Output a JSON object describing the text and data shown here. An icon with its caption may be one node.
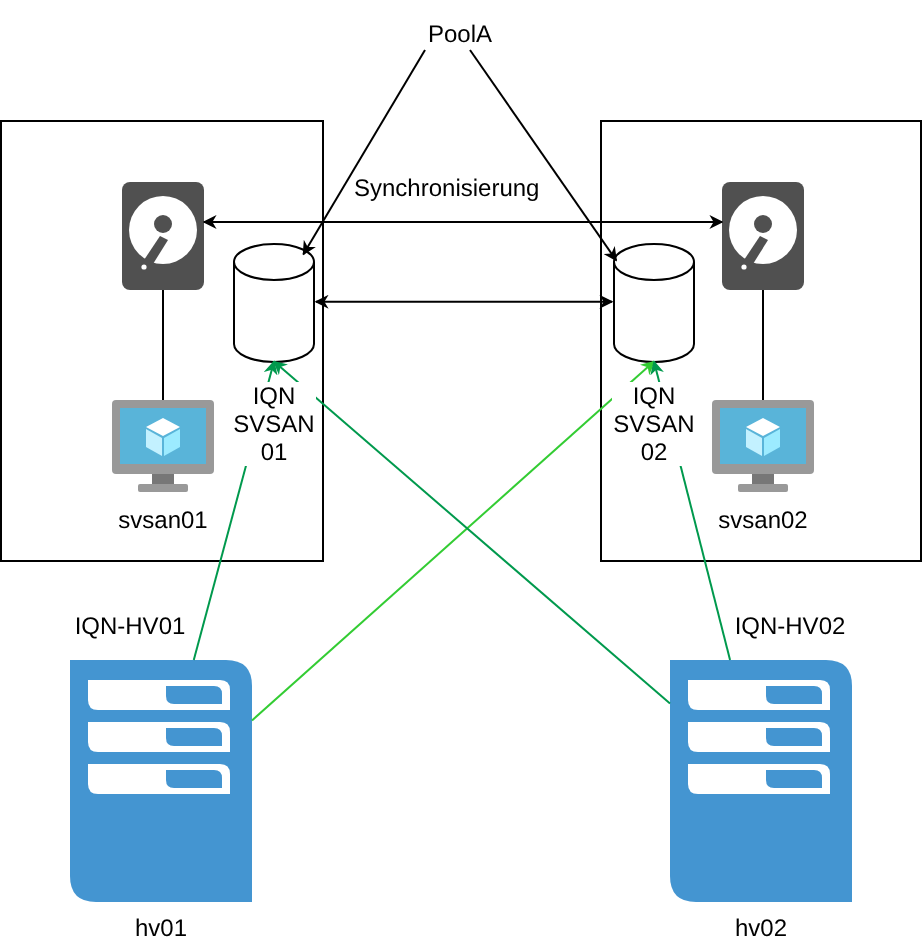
{
  "diagram": {
    "nodes": [
      {
        "text": [
          "PoolA"
        ]
      },
      {
        "text": [],
        "shape": "box"
      },
      {
        "text": [],
        "shape": "box"
      },
      {
        "text": [],
        "shape": "picture",
        "in": 1
      },
      {
        "text": [
          "IQN SVSAN 01"
        ],
        "in": 1
      },
      {
        "text": [
          "svsan01"
        ],
        "in": 1
      },
      {
        "text": [],
        "shape": "picture",
        "in": 2
      },
      {
        "text": [
          "IQN SVSAN 02"
        ],
        "in": 2
      },
      {
        "text": [
          "svsan02"
        ],
        "in": 2
      },
      {
        "text": [
          "IQN-HV01",
          "hv01"
        ]
      },
      {
        "text": [
          "IQN-HV02",
          "hv02"
        ]
      }
    ],
    "edges": [
      {
        "from": 0,
        "to": 4,
        "arrow": "to"
      },
      {
        "from": 0,
        "to": 7,
        "arrow": "to"
      },
      {
        "from": 3,
        "to": 6,
        "arrow": "both",
        "label": "Synchronisierung"
      },
      {
        "from": 4,
        "to": 7,
        "arrow": "both"
      },
      {
        "from": 3,
        "to": 5,
        "arrow": "none"
      },
      {
        "from": 6,
        "to": 8,
        "arrow": "none"
      },
      {
        "from": 9,
        "to": 4,
        "arrow": "to",
        "color": "#00994d"
      },
      {
        "from": 9,
        "to": 7,
        "arrow": "to",
        "color": "#33cc33"
      },
      {
        "from": 10,
        "to": 4,
        "arrow": "to",
        "color": "#00994d"
      },
      {
        "from": 10,
        "to": 7,
        "arrow": "to",
        "color": "#00994d"
      }
    ]
  }
}
